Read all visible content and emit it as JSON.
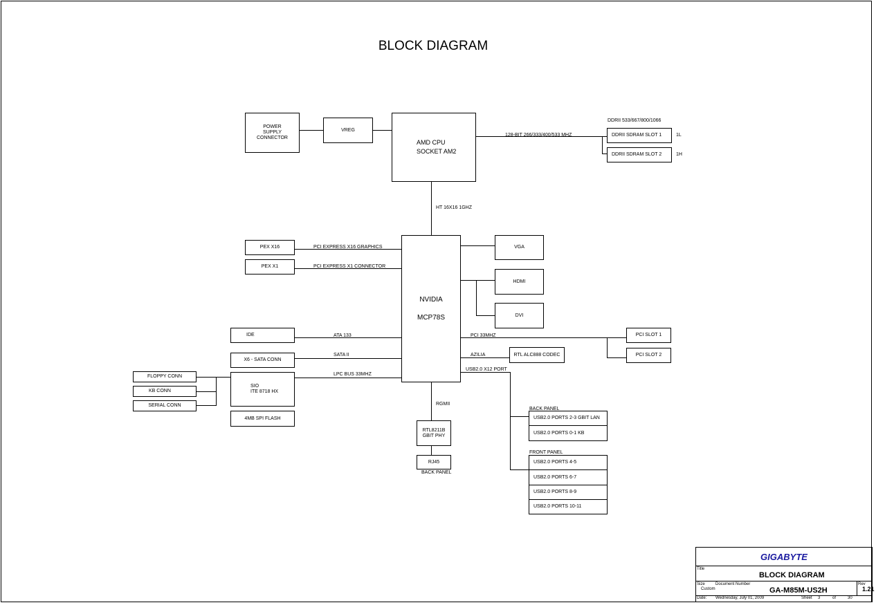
{
  "title": "BLOCK DIAGRAM",
  "blocks": {
    "power_supply": "POWER\nSUPPLY\nCONNECTOR",
    "vreg": "VREG",
    "cpu": "AMD CPU\nSOCKET AM2",
    "ddr_slot1": "DDRII SDRAM SLOT 1",
    "ddr_slot2": "DDRII SDRAM SLOT 2",
    "pex_x16": "PEX X16",
    "pex_x1": "PEX X1",
    "nvidia": "NVIDIA\nMCP78S",
    "vga": "VGA",
    "hdmi": "HDMI",
    "dvi": "DVI",
    "ide": "IDE",
    "sata": "X6 - SATA CONN",
    "sio": "SIO\nITE 8718 HX",
    "floppy": "FLOPPY CONN",
    "kb": "KB CONN",
    "serial": "SERIAL CONN",
    "spi_flash": "4MB SPI FLASH",
    "pci_slot1": "PCI SLOT 1",
    "pci_slot2": "PCI SLOT 2",
    "codec": "RTL ALC888 CODEC",
    "phy": "RTL8211B\nGBIT PHY",
    "rj45": "RJ45",
    "usb_back_1": "USB2.0 PORTS 2-3    GBIT LAN",
    "usb_back_2": "USB2.0 PORTS 0-1    KB",
    "usb_front_1": "USB2.0 PORTS 4-5",
    "usb_front_2": "USB2.0 PORTS 6-7",
    "usb_front_3": "USB2.0 PORTS 8-9",
    "usb_front_4": "USB2.0 PORTS 10-11"
  },
  "labels": {
    "ddr_speeds": "DDRII 533/667/800/1066",
    "mem_bus": "128-BIT 266/333/400/533 MHZ",
    "slot1_tag": "1L",
    "slot2_tag": "1H",
    "ht": "HT 16X16 1GHZ",
    "pex_x16_bus": "PCI EXPRESS X16 GRAPHICS",
    "pex_x1_bus": "PCI EXPRESS X1 CONNECTOR",
    "ata": "ATA 133",
    "sata_bus": "SATA II",
    "lpc": "LPC BUS 33MHZ",
    "pci_bus": "PCI 33MHZ",
    "azilia": "AZILIA",
    "usb_bus": "USB2.0 X12 PORT",
    "rgmii": "RGMII",
    "back_panel_rj45": "BACK PANEL",
    "back_panel_usb": "BACK PANEL",
    "front_panel_usb": "FRONT PANEL"
  },
  "title_block": {
    "company": "GIGABYTE",
    "title_caption": "Title",
    "title_value": "BLOCK DIAGRAM",
    "size_caption": "Size",
    "size_value": "Custom",
    "docnum_caption": "Document Number",
    "docnum_value": "GA-M85M-US2H",
    "rev_caption": "Rev",
    "rev_value": "1.21",
    "date_caption": "Date:",
    "date_value": "Wednesday, July 01, 2009",
    "sheet_caption": "Sheet",
    "sheet_value": "3",
    "of_caption": "of",
    "total_value": "30"
  }
}
